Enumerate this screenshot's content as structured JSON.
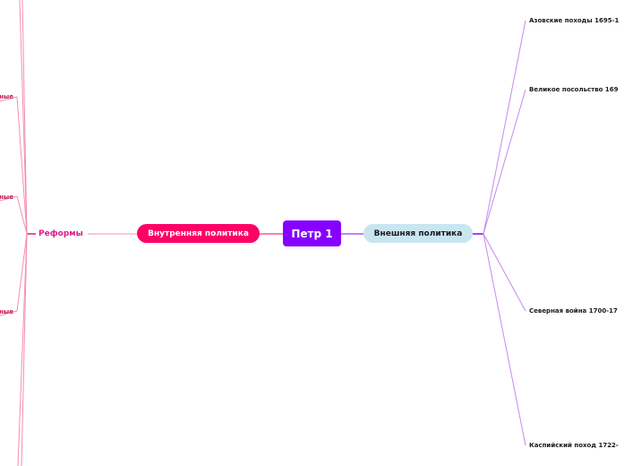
{
  "central": {
    "label": "Петр 1"
  },
  "internal": {
    "label": "Внутренняя политика"
  },
  "external": {
    "label": "Внешняя политика",
    "children": [
      "Азовские походы 1695-1",
      "Великое посольство 169",
      "Северная война 1700-17",
      "Каспийский поход 1722-"
    ]
  },
  "reforms": {
    "label": "Реформы",
    "children": [
      "ные",
      "ные",
      "ные"
    ]
  },
  "colors": {
    "central": "#8800ff",
    "internal": "#ff0066",
    "external": "#c9e5f0",
    "reforms_text": "#e0188a",
    "internal_links": "#f48fb1",
    "external_links": "#c58af0"
  }
}
